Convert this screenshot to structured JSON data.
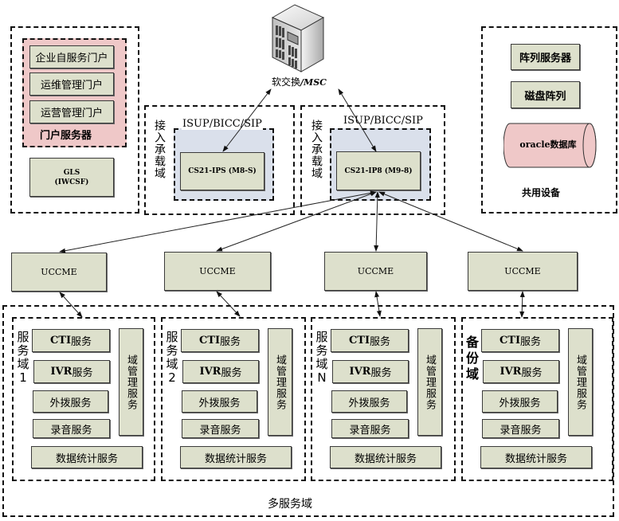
{
  "portal_group": {
    "items": [
      "企业自服务门户",
      "运维管理门户",
      "运营管理门户"
    ],
    "server_label": "门户服务器",
    "gls_line1": "GLS",
    "gls_line2": "(IWCSF)",
    "portal_bg": "#efc8c8"
  },
  "softswitch": {
    "label_cn": "软交换",
    "label_en": "/MSC",
    "icon": "server-icon"
  },
  "access_domains": [
    {
      "protocol": "ISUP/BICC/SIP",
      "label": "接入承载域",
      "node": "CS21-IPS (M8-S)"
    },
    {
      "protocol": "ISUP/BICC/SIP",
      "label": "接入承载域",
      "node": "CS21-IP8 (M9-8)"
    }
  ],
  "shared": {
    "items": [
      "阵列服务器",
      "磁盘阵列"
    ],
    "db_label": "oracle数据库",
    "caption": "共用设备",
    "db_color": "#efc8c8"
  },
  "uccme": [
    "UCCME",
    "UCCME",
    "UCCME",
    "UCCME"
  ],
  "service_domains": [
    {
      "label": "服务域1",
      "label_chars": [
        "服",
        "务",
        "域",
        "1"
      ]
    },
    {
      "label": "服务域2",
      "label_chars": [
        "服",
        "务",
        "域",
        "2"
      ]
    },
    {
      "label": "服务域N",
      "label_chars": [
        "服",
        "务",
        "域",
        "N"
      ]
    },
    {
      "label": "备份域",
      "label_chars": [
        "备",
        "份",
        "域"
      ]
    }
  ],
  "services": {
    "cti_en": "CTI",
    "cti_cn": "服务",
    "ivr_en": "IVR",
    "ivr_cn": "服务",
    "outbound": "外拨服务",
    "recording": "录音服务",
    "stats": "数据统计服务",
    "domain_mgmt": "域管理服务"
  },
  "multi_domain_label": "多服务域",
  "colors": {
    "node_fill": "#dde0cc",
    "access_fill": "#dae0eb",
    "border": "#111111"
  }
}
